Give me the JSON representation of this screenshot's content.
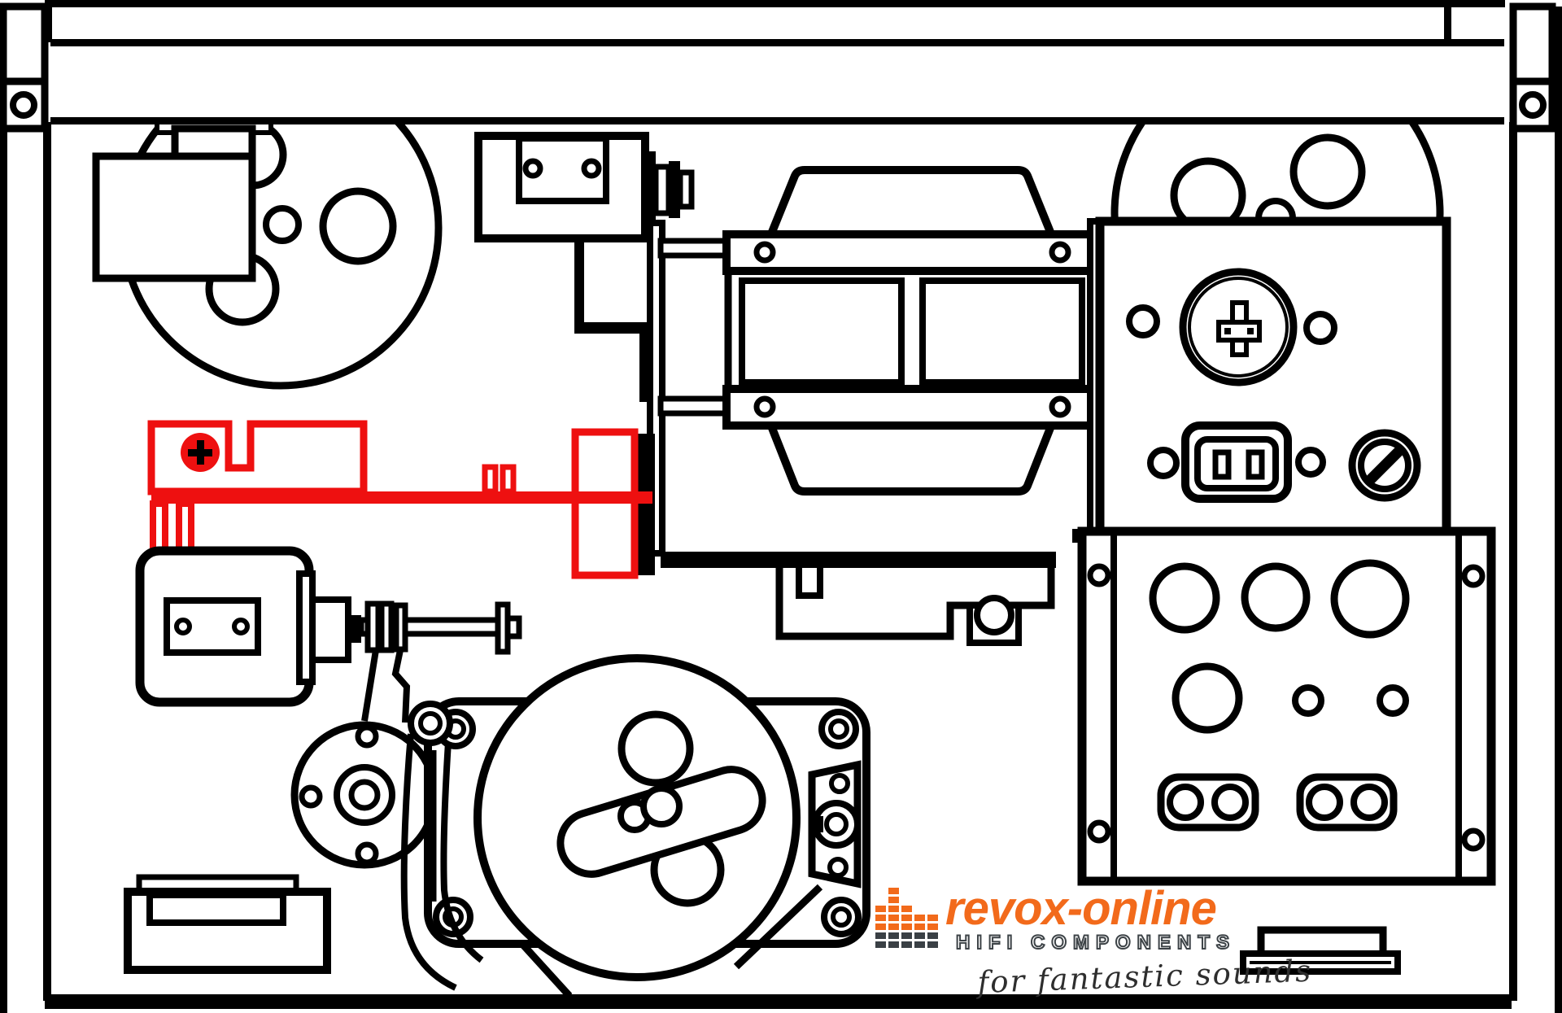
{
  "diagram": {
    "title": "Revox reel-to-reel tape recorder chassis parts location drawing",
    "line_color": "#000000",
    "background_color": "#ffffff",
    "highlight_color": "#ee1010",
    "highlighted_part": "lever-bracket-assembly",
    "components": [
      "chassis-frame",
      "supply-reel",
      "takeup-reel",
      "head-block",
      "mains-transformer",
      "voltage-selector-panel",
      "mains-socket",
      "fuse-holder",
      "connector-panel",
      "solenoid",
      "linkage-rod",
      "idler-disc",
      "belt-pulley",
      "capstan-motor-assembly",
      "highlighted-lever-bracket",
      "pedestal-foot"
    ]
  },
  "logo": {
    "brand": "revox-online",
    "tagline": "HIFI COMPONENTS",
    "slogan": "for fantastic sounds",
    "brand_color": "#f26a1b",
    "tagline_color": "#3d4347",
    "icon": "equalizer-icon",
    "icon_orange": "#f26a1b",
    "icon_gray": "#3a4045"
  }
}
